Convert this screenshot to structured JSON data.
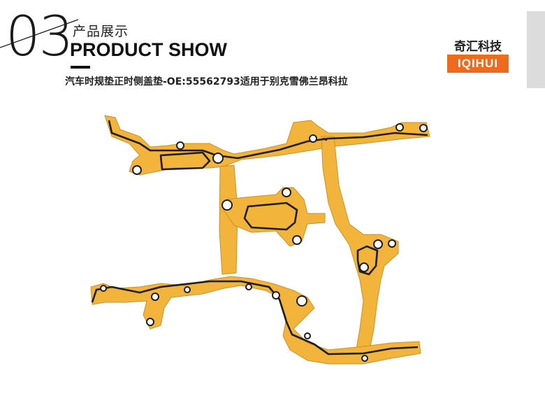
{
  "header": {
    "number": "03",
    "title_cn": "产品展示",
    "title_en": "PRODUCT SHOW",
    "subtitle": "汽车时规垫正时侧盖垫-OE:55562793适用于别克雪佛兰昂科拉"
  },
  "brand": {
    "name_cn": "奇汇科技",
    "name_en": "IQIHUI",
    "accent_color": "#f06a1e"
  },
  "product_image": {
    "gasket_color": "#f2b43a",
    "seal_color": "#1e1e1e"
  }
}
